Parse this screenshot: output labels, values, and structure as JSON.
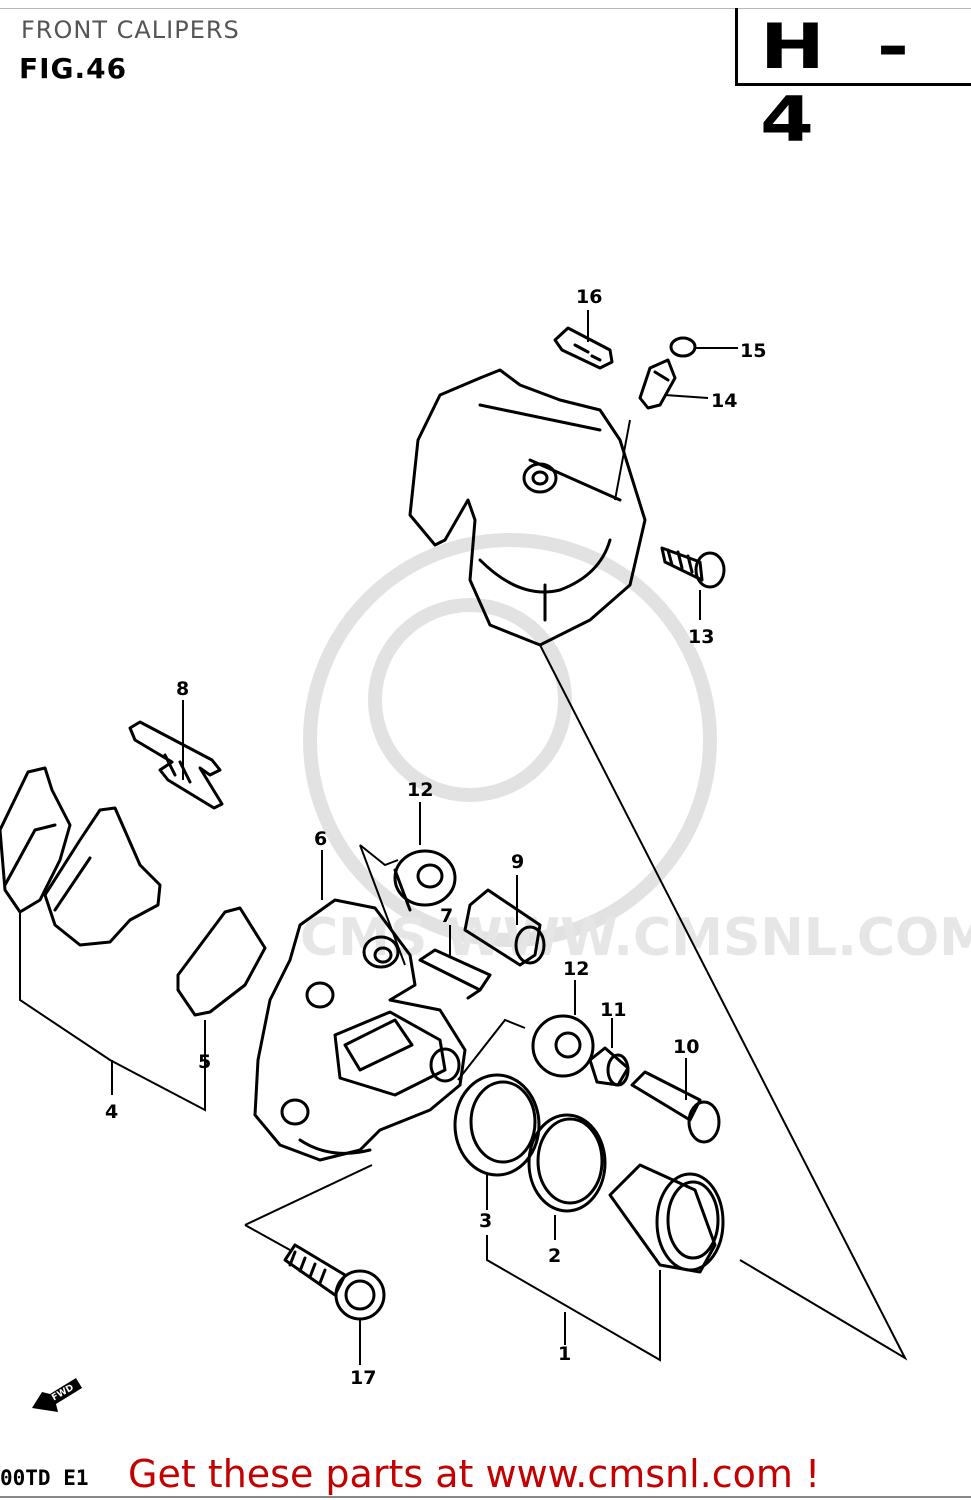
{
  "header": {
    "section_title": "FRONT CALIPERS",
    "figure_label": "FIG.46",
    "page_code": "H - 4"
  },
  "diagram": {
    "callouts": [
      "1",
      "2",
      "3",
      "4",
      "5",
      "6",
      "7",
      "8",
      "9",
      "10",
      "11",
      "12",
      "12",
      "13",
      "14",
      "15",
      "16",
      "17"
    ],
    "fwd_arrow_label": "FWD",
    "watermark_text": "CMS WWW.CMSNL.COM"
  },
  "footer": {
    "model_code": "00TD E1",
    "cta_text": "Get these parts at www.cmsnl.com !"
  },
  "colors": {
    "cta": "#c40000",
    "line": "#000000",
    "watermark": "#e2e2e2"
  }
}
